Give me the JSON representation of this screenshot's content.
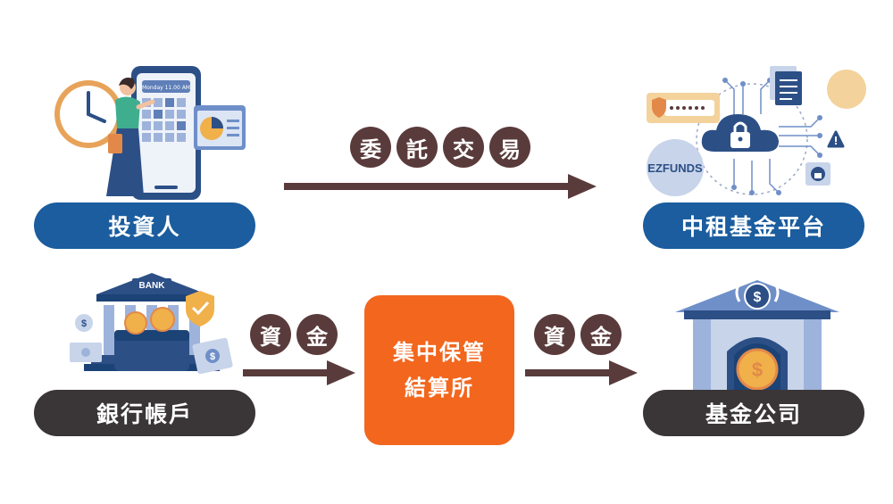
{
  "nodes": {
    "investor": "投資人",
    "platform": "中租基金平台",
    "bank": "銀行帳戶",
    "clearing_line1": "集中保管",
    "clearing_line2": "結算所",
    "fund_company": "基金公司"
  },
  "edges": {
    "trade_chars": [
      "委",
      "託",
      "交",
      "易"
    ],
    "funds_left_chars": [
      "資",
      "金"
    ],
    "funds_right_chars": [
      "資",
      "金"
    ]
  },
  "illustrations": {
    "phone_text": "Monday 11.00 AM",
    "platform_logo": "EZFUNDS",
    "bank_sign": "BANK"
  },
  "colors": {
    "blue": "#1b5d9e",
    "dark": "#3a3536",
    "orange": "#f2661e",
    "arrow": "#5a3b3b",
    "light_blue": "#6f8fc8"
  }
}
